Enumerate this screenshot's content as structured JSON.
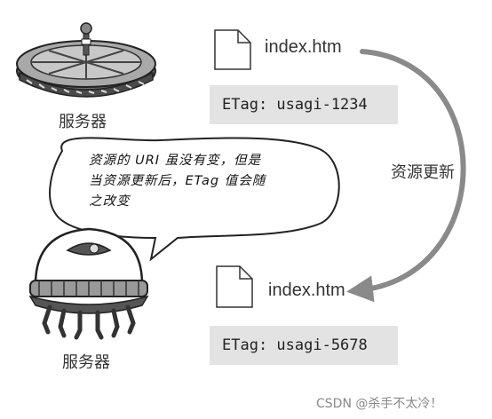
{
  "top": {
    "server_label": "服务器",
    "file_name": "index.htm",
    "etag": "ETag: usagi-1234"
  },
  "bottom": {
    "server_label": "服务器",
    "file_name": "index.htm",
    "etag": "ETag: usagi-5678"
  },
  "arrow_label": "资源更新",
  "bubble": {
    "line1": "资源的 URI 虽没有变，但是",
    "line2": "当资源更新后，ETag 值会随",
    "line3": "之改变"
  },
  "watermark": "CSDN @杀手不太冷！",
  "colors": {
    "arrow": "#8a8a8a",
    "etag_bg": "#e3e3e3"
  }
}
